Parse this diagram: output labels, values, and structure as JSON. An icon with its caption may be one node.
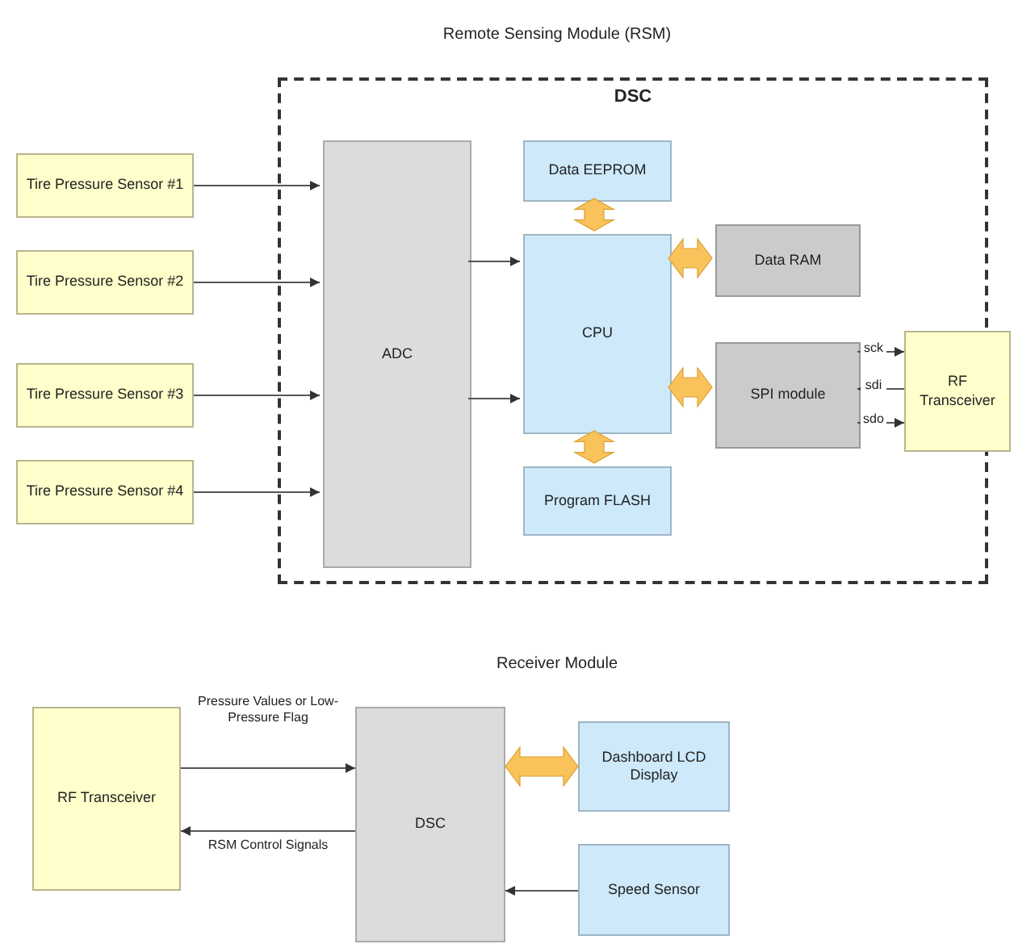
{
  "diagram": {
    "title": "Remote Sensing Module (RSM)",
    "nodes": [
      {
        "text": [
          "DSC"
        ]
      },
      {
        "text": [
          "Tire Pressure Sensor #1"
        ]
      },
      {
        "text": [
          "Tire Pressure Sensor #2"
        ]
      },
      {
        "text": [
          "Tire Pressure Sensor #3"
        ]
      },
      {
        "text": [
          "Tire Pressure Sensor #4"
        ]
      },
      {
        "text": [
          "ADC"
        ],
        "in": 0
      },
      {
        "text": [
          "Data EEPROM"
        ],
        "in": 0
      },
      {
        "text": [
          "CPU"
        ],
        "in": 0
      },
      {
        "text": [
          "Program FLASH"
        ],
        "in": 0
      },
      {
        "text": [
          "Data RAM"
        ],
        "in": 0
      },
      {
        "text": [
          "SPI module"
        ],
        "in": 0
      },
      {
        "text": [
          "RF Transceiver"
        ]
      },
      {
        "text": [
          "RF Transceiver"
        ]
      },
      {
        "text": [
          "DSC"
        ]
      },
      {
        "text": [
          "Dashboard LCD Display"
        ]
      },
      {
        "text": [
          "Speed Sensor"
        ]
      }
    ],
    "edges": [
      {
        "from": 1,
        "to": 5,
        "arrow": "to"
      },
      {
        "from": 2,
        "to": 5,
        "arrow": "to"
      },
      {
        "from": 3,
        "to": 5,
        "arrow": "to"
      },
      {
        "from": 4,
        "to": 5,
        "arrow": "to"
      },
      {
        "from": 5,
        "to": 7,
        "arrow": "to"
      },
      {
        "from": 5,
        "to": 7,
        "arrow": "to"
      },
      {
        "from": 6,
        "to": 7,
        "arrow": "both",
        "style": "thick",
        "color": "#f9c25a"
      },
      {
        "from": 7,
        "to": 9,
        "arrow": "both",
        "style": "thick",
        "color": "#f9c25a"
      },
      {
        "from": 7,
        "to": 10,
        "arrow": "both",
        "style": "thick",
        "color": "#f9c25a"
      },
      {
        "from": 8,
        "to": 7,
        "arrow": "both",
        "style": "thick",
        "color": "#f9c25a"
      },
      {
        "from": 10,
        "to": 11,
        "arrow": "to",
        "label": "sck"
      },
      {
        "from": 11,
        "to": 10,
        "arrow": "to",
        "label": "sdi"
      },
      {
        "from": 10,
        "to": 11,
        "arrow": "to",
        "label": "sdo"
      },
      {
        "from": 12,
        "to": 13,
        "arrow": "to",
        "label": "Pressure Values or Low-Pressure Flag"
      },
      {
        "from": 13,
        "to": 12,
        "arrow": "to",
        "label": "RSM Control Signals"
      },
      {
        "from": 13,
        "to": 14,
        "arrow": "both",
        "style": "thick",
        "color": "#f9c25a"
      },
      {
        "from": 15,
        "to": 13,
        "arrow": "to"
      }
    ],
    "labels": [
      "Receiver Module"
    ]
  }
}
